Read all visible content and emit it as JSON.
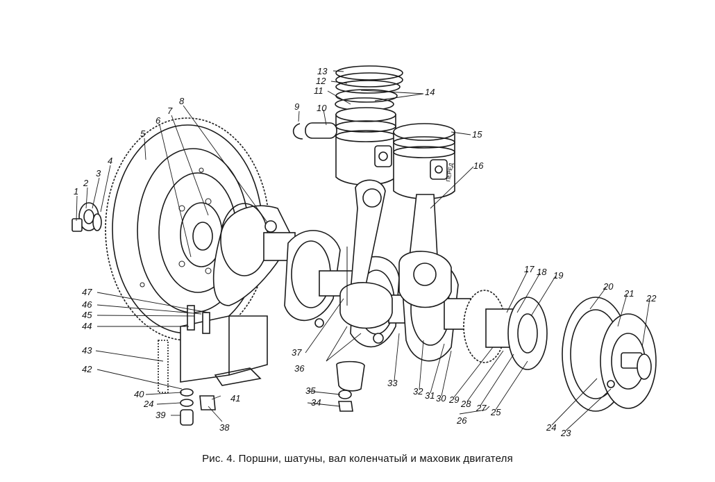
{
  "figure": {
    "caption": "Рис. 4. Поршни, шатуны, вал коленчатый и маховик двигателя",
    "labels": [
      "1",
      "2",
      "3",
      "4",
      "5",
      "6",
      "7",
      "8",
      "9",
      "10",
      "11",
      "12",
      "13",
      "14",
      "15",
      "16",
      "17",
      "18",
      "19",
      "20",
      "21",
      "22",
      "23",
      "24",
      "24",
      "25",
      "26",
      "27",
      "28",
      "29",
      "30",
      "31",
      "32",
      "33",
      "34",
      "35",
      "36",
      "37",
      "38",
      "39",
      "40",
      "41",
      "42",
      "43",
      "44",
      "45",
      "46",
      "47"
    ],
    "piston_marking": "ПЕРЕД"
  }
}
